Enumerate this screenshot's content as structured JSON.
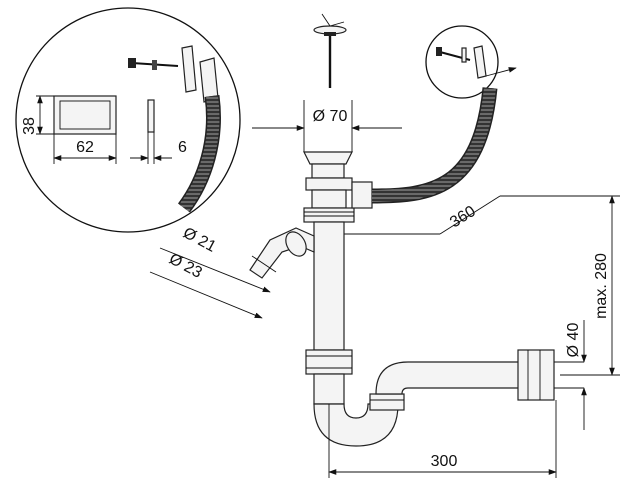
{
  "diagram": {
    "dimensions": {
      "d70": "Ø 70",
      "d21": "Ø 21",
      "d23": "Ø 23",
      "d40": "Ø 40",
      "len360": "360",
      "len300": "300",
      "max280": "max. 280",
      "w62": "62",
      "h38": "38",
      "t6": "6"
    },
    "colors": {
      "line": "#111111",
      "hose": "#2a2a2a",
      "part_fill": "#f4f4f4"
    }
  }
}
